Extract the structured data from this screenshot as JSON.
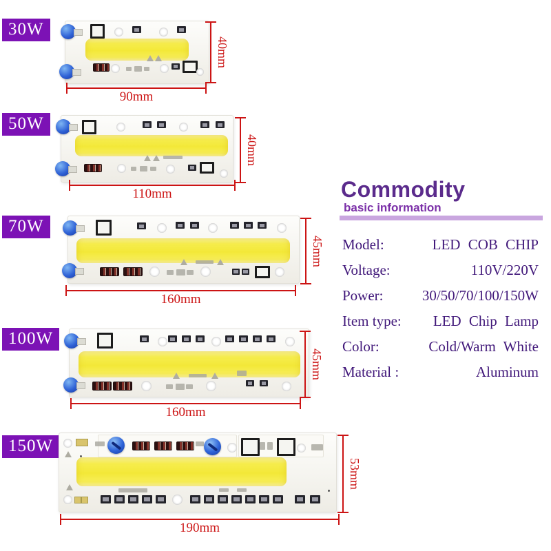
{
  "modules": [
    {
      "label": "30W",
      "width_label": "90mm",
      "height_label": "40mm"
    },
    {
      "label": "50W",
      "width_label": "110mm",
      "height_label": "40mm"
    },
    {
      "label": "70W",
      "width_label": "160mm",
      "height_label": "45mm"
    },
    {
      "label": "100W",
      "width_label": "160mm",
      "height_label": "45mm"
    },
    {
      "label": "150W",
      "width_label": "190mm",
      "height_label": "53mm"
    }
  ],
  "panel": {
    "title": "Commodity",
    "subtitle": "basic information",
    "rows": [
      {
        "label": "Model:",
        "value": "LED COB CHIP"
      },
      {
        "label": "Voltage:",
        "value": "110V/220V"
      },
      {
        "label": "Power:",
        "value": "30/50/70/100/150W"
      },
      {
        "label": "Item type:",
        "value": "LED Chip Lamp"
      },
      {
        "label": "Color:",
        "value": "Cold/Warm White"
      },
      {
        "label": "Material :",
        "value": "Aluminum"
      }
    ]
  },
  "colors": {
    "wattage_label_bg": "#7c12b5",
    "title_purple": "#5b2b8c",
    "subtitle_purple": "#7b2fa8",
    "divider_lavender": "#c9a6df",
    "dimension_red": "#cc1414",
    "info_text_purple": "#41187a",
    "led_yellow": "#f3e838"
  }
}
